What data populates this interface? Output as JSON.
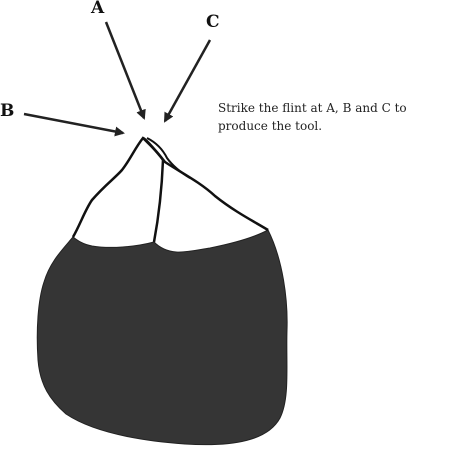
{
  "diagram": {
    "labels": {
      "a": "A",
      "b": "B",
      "c": "C"
    },
    "caption": "Strike the flint at A, B and C to produce the tool.",
    "colors": {
      "flint_body": "#353535",
      "outline": "#111111",
      "arrow": "#222222",
      "background": "#ffffff"
    }
  }
}
